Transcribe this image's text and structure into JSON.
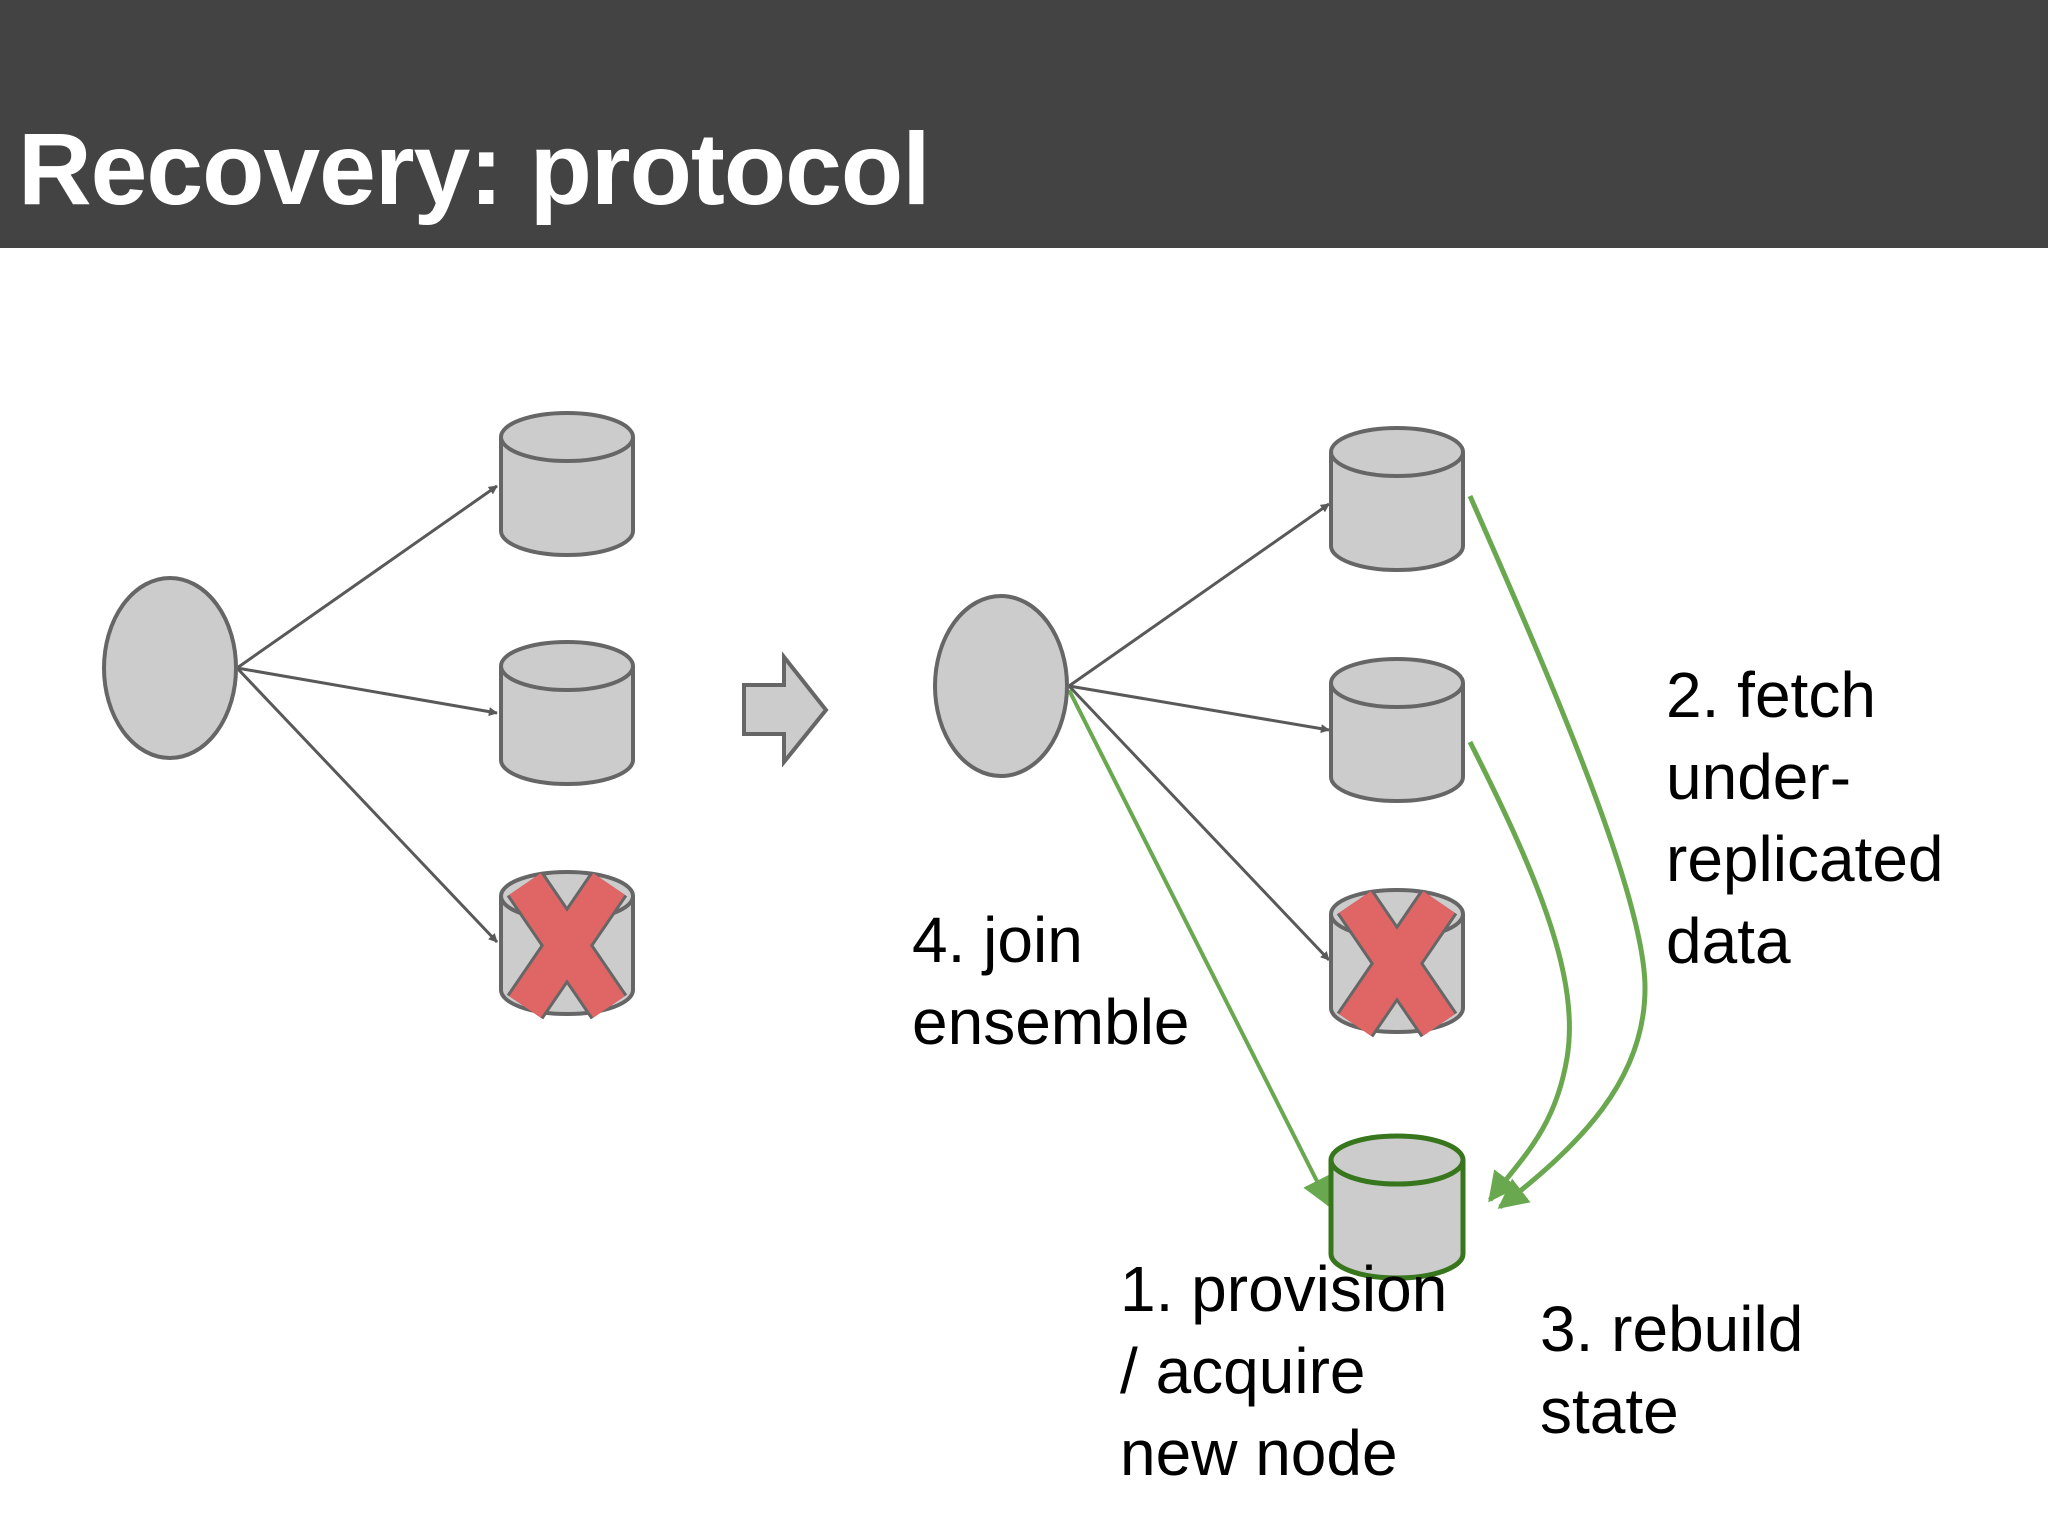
{
  "title": "Recovery: protocol",
  "labels": {
    "join": [
      "4. join",
      "ensemble"
    ],
    "fetch": [
      "2. fetch",
      "under-",
      "replicated",
      "data"
    ],
    "provision": [
      "1. provision",
      "/ acquire",
      "new node"
    ],
    "rebuild": [
      "3. rebuild",
      "state"
    ]
  },
  "colors": {
    "header_bg": "#434343",
    "node_fill": "#cccccc",
    "node_stroke": "#666666",
    "failed_x": "#e06666",
    "green": "#6aa84f",
    "new_node_stroke": "#38761d"
  },
  "icons": {
    "failed": "x-mark-icon",
    "transition": "block-arrow-right-icon"
  }
}
